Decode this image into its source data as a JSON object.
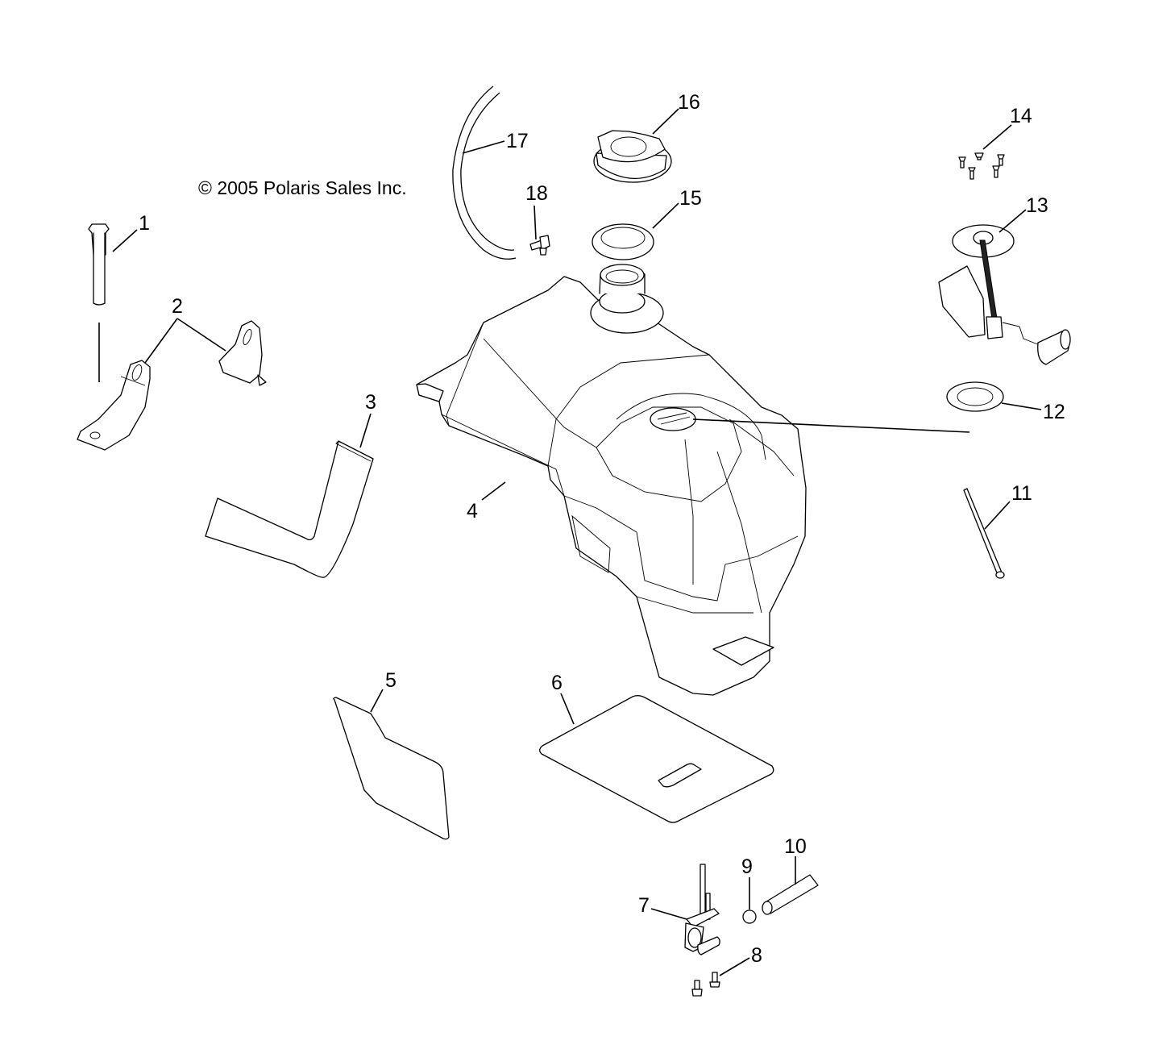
{
  "diagram": {
    "title": "Fuel Tank Assembly - Exploded Parts View",
    "copyright": "© 2005 Polaris Sales Inc.",
    "parts": [
      {
        "number": "1",
        "name": "bolt"
      },
      {
        "number": "2",
        "name": "mounting-brackets"
      },
      {
        "number": "3",
        "name": "foam-strip"
      },
      {
        "number": "4",
        "name": "fuel-tank"
      },
      {
        "number": "5",
        "name": "heat-shield-pad"
      },
      {
        "number": "6",
        "name": "tank-pad"
      },
      {
        "number": "7",
        "name": "fuel-valve-petcock"
      },
      {
        "number": "8",
        "name": "petcock-screws"
      },
      {
        "number": "9",
        "name": "hose-clamp"
      },
      {
        "number": "10",
        "name": "fuel-line"
      },
      {
        "number": "11",
        "name": "long-bolt"
      },
      {
        "number": "12",
        "name": "sender-gasket"
      },
      {
        "number": "13",
        "name": "fuel-level-sender"
      },
      {
        "number": "14",
        "name": "sender-screws"
      },
      {
        "number": "15",
        "name": "cap-gasket"
      },
      {
        "number": "16",
        "name": "fuel-cap"
      },
      {
        "number": "17",
        "name": "vent-hose"
      },
      {
        "number": "18",
        "name": "vent-fitting"
      }
    ]
  }
}
